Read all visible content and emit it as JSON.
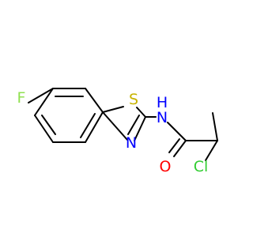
{
  "molecule": {
    "atoms": {
      "fluorine": {
        "symbol": "F",
        "color": "#90e050"
      },
      "sulfur": {
        "symbol": "S",
        "color": "#c8b400"
      },
      "ring_nitrogen": {
        "symbol": "N",
        "color": "#0000ff"
      },
      "amide_nitrogen": {
        "symbol": "N",
        "color": "#0000ff"
      },
      "amide_hydrogen": {
        "symbol": "H",
        "color": "#0000ff"
      },
      "oxygen": {
        "symbol": "O",
        "color": "#ff0000"
      },
      "chlorine": {
        "symbol": "Cl",
        "color": "#32cd32"
      }
    },
    "bond_color": "#000000"
  }
}
